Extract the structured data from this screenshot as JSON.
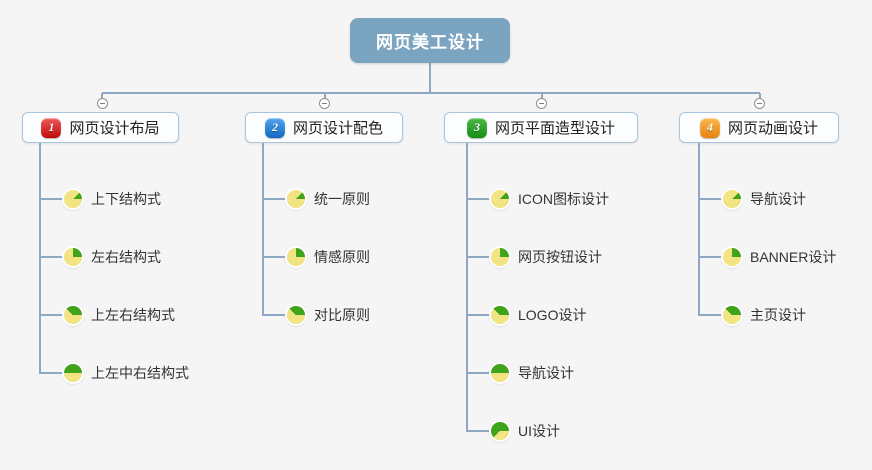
{
  "root": {
    "label": "网页美工设计",
    "bg": "#7ba4c0",
    "text_color": "#ffffff"
  },
  "colors": {
    "canvas_bg": "#f5f5f5",
    "line": "#8fa9c4",
    "node_bg": "#fbfdff",
    "node_border": "#a9c5dc",
    "node_text": "#222222",
    "pie_yellow": "#f2e383",
    "pie_green": "#3fa31c"
  },
  "branches": [
    {
      "label": "网页设计布局",
      "badge": {
        "number": "1",
        "gradient_top": "#ee5a5a",
        "gradient_bottom": "#c00909"
      },
      "items": [
        {
          "label": "上下结构式",
          "eighths": 1
        },
        {
          "label": "左右结构式",
          "eighths": 2
        },
        {
          "label": "上左右结构式",
          "eighths": 3
        },
        {
          "label": "上左中右结构式",
          "eighths": 4
        }
      ]
    },
    {
      "label": "网页设计配色",
      "badge": {
        "number": "2",
        "gradient_top": "#53a4ec",
        "gradient_bottom": "#1268c4"
      },
      "items": [
        {
          "label": "统一原则",
          "eighths": 1
        },
        {
          "label": "情感原则",
          "eighths": 2
        },
        {
          "label": "对比原则",
          "eighths": 3
        }
      ]
    },
    {
      "label": "网页平面造型设计",
      "badge": {
        "number": "3",
        "gradient_top": "#4cb845",
        "gradient_bottom": "#148c14"
      },
      "items": [
        {
          "label": "ICON图标设计",
          "eighths": 1
        },
        {
          "label": "网页按钮设计",
          "eighths": 2
        },
        {
          "label": "LOGO设计",
          "eighths": 3
        },
        {
          "label": "导航设计",
          "eighths": 4
        },
        {
          "label": "UI设计",
          "eighths": 5
        }
      ]
    },
    {
      "label": "网页动画设计",
      "badge": {
        "number": "4",
        "gradient_top": "#f8b84e",
        "gradient_bottom": "#e8820e"
      },
      "items": [
        {
          "label": "导航设计",
          "eighths": 1
        },
        {
          "label": "BANNER设计",
          "eighths": 2
        },
        {
          "label": "主页设计",
          "eighths": 3
        }
      ]
    }
  ]
}
